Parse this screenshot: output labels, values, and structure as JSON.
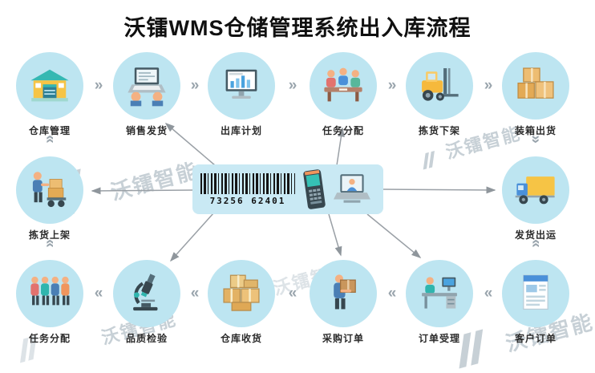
{
  "title": "沃镭WMS仓储管理系统出入库流程",
  "watermark": {
    "text": "沃镭智能"
  },
  "glyphs": {
    "chevron_right": "»",
    "chevron_left": "«"
  },
  "center_box": {
    "barcode_number": "73256 62401",
    "devices": [
      "barcode",
      "handheld-scanner",
      "laptop-operator"
    ]
  },
  "nodes": {
    "top": [
      {
        "label": "仓库管理",
        "icon": "warehouse-icon"
      },
      {
        "label": "销售发货",
        "icon": "laptop-typing-icon"
      },
      {
        "label": "出库计划",
        "icon": "monitor-chart-icon"
      },
      {
        "label": "任务分配",
        "icon": "meeting-table-icon"
      },
      {
        "label": "拣货下架",
        "icon": "forklift-icon"
      },
      {
        "label": "装箱出货",
        "icon": "packed-boxes-icon"
      }
    ],
    "middle_left": {
      "label": "拣货上架",
      "icon": "hand-truck-icon"
    },
    "middle_right": {
      "label": "发货出运",
      "icon": "truck-icon"
    },
    "bottom": [
      {
        "label": "任务分配",
        "icon": "team-icon"
      },
      {
        "label": "品质检验",
        "icon": "microscope-icon"
      },
      {
        "label": "仓库收货",
        "icon": "cargo-boxes-icon"
      },
      {
        "label": "采购订单",
        "icon": "carry-box-icon"
      },
      {
        "label": "订单受理",
        "icon": "office-desk-icon"
      },
      {
        "label": "客户订单",
        "icon": "order-document-icon"
      }
    ]
  },
  "colors": {
    "node_circle": "#bde5f1",
    "center_box": "#c9e9f4",
    "connector": "#9aa5ad",
    "arrow": "#8f969c",
    "title_text": "#101010",
    "label_text": "#2b2b2b"
  }
}
